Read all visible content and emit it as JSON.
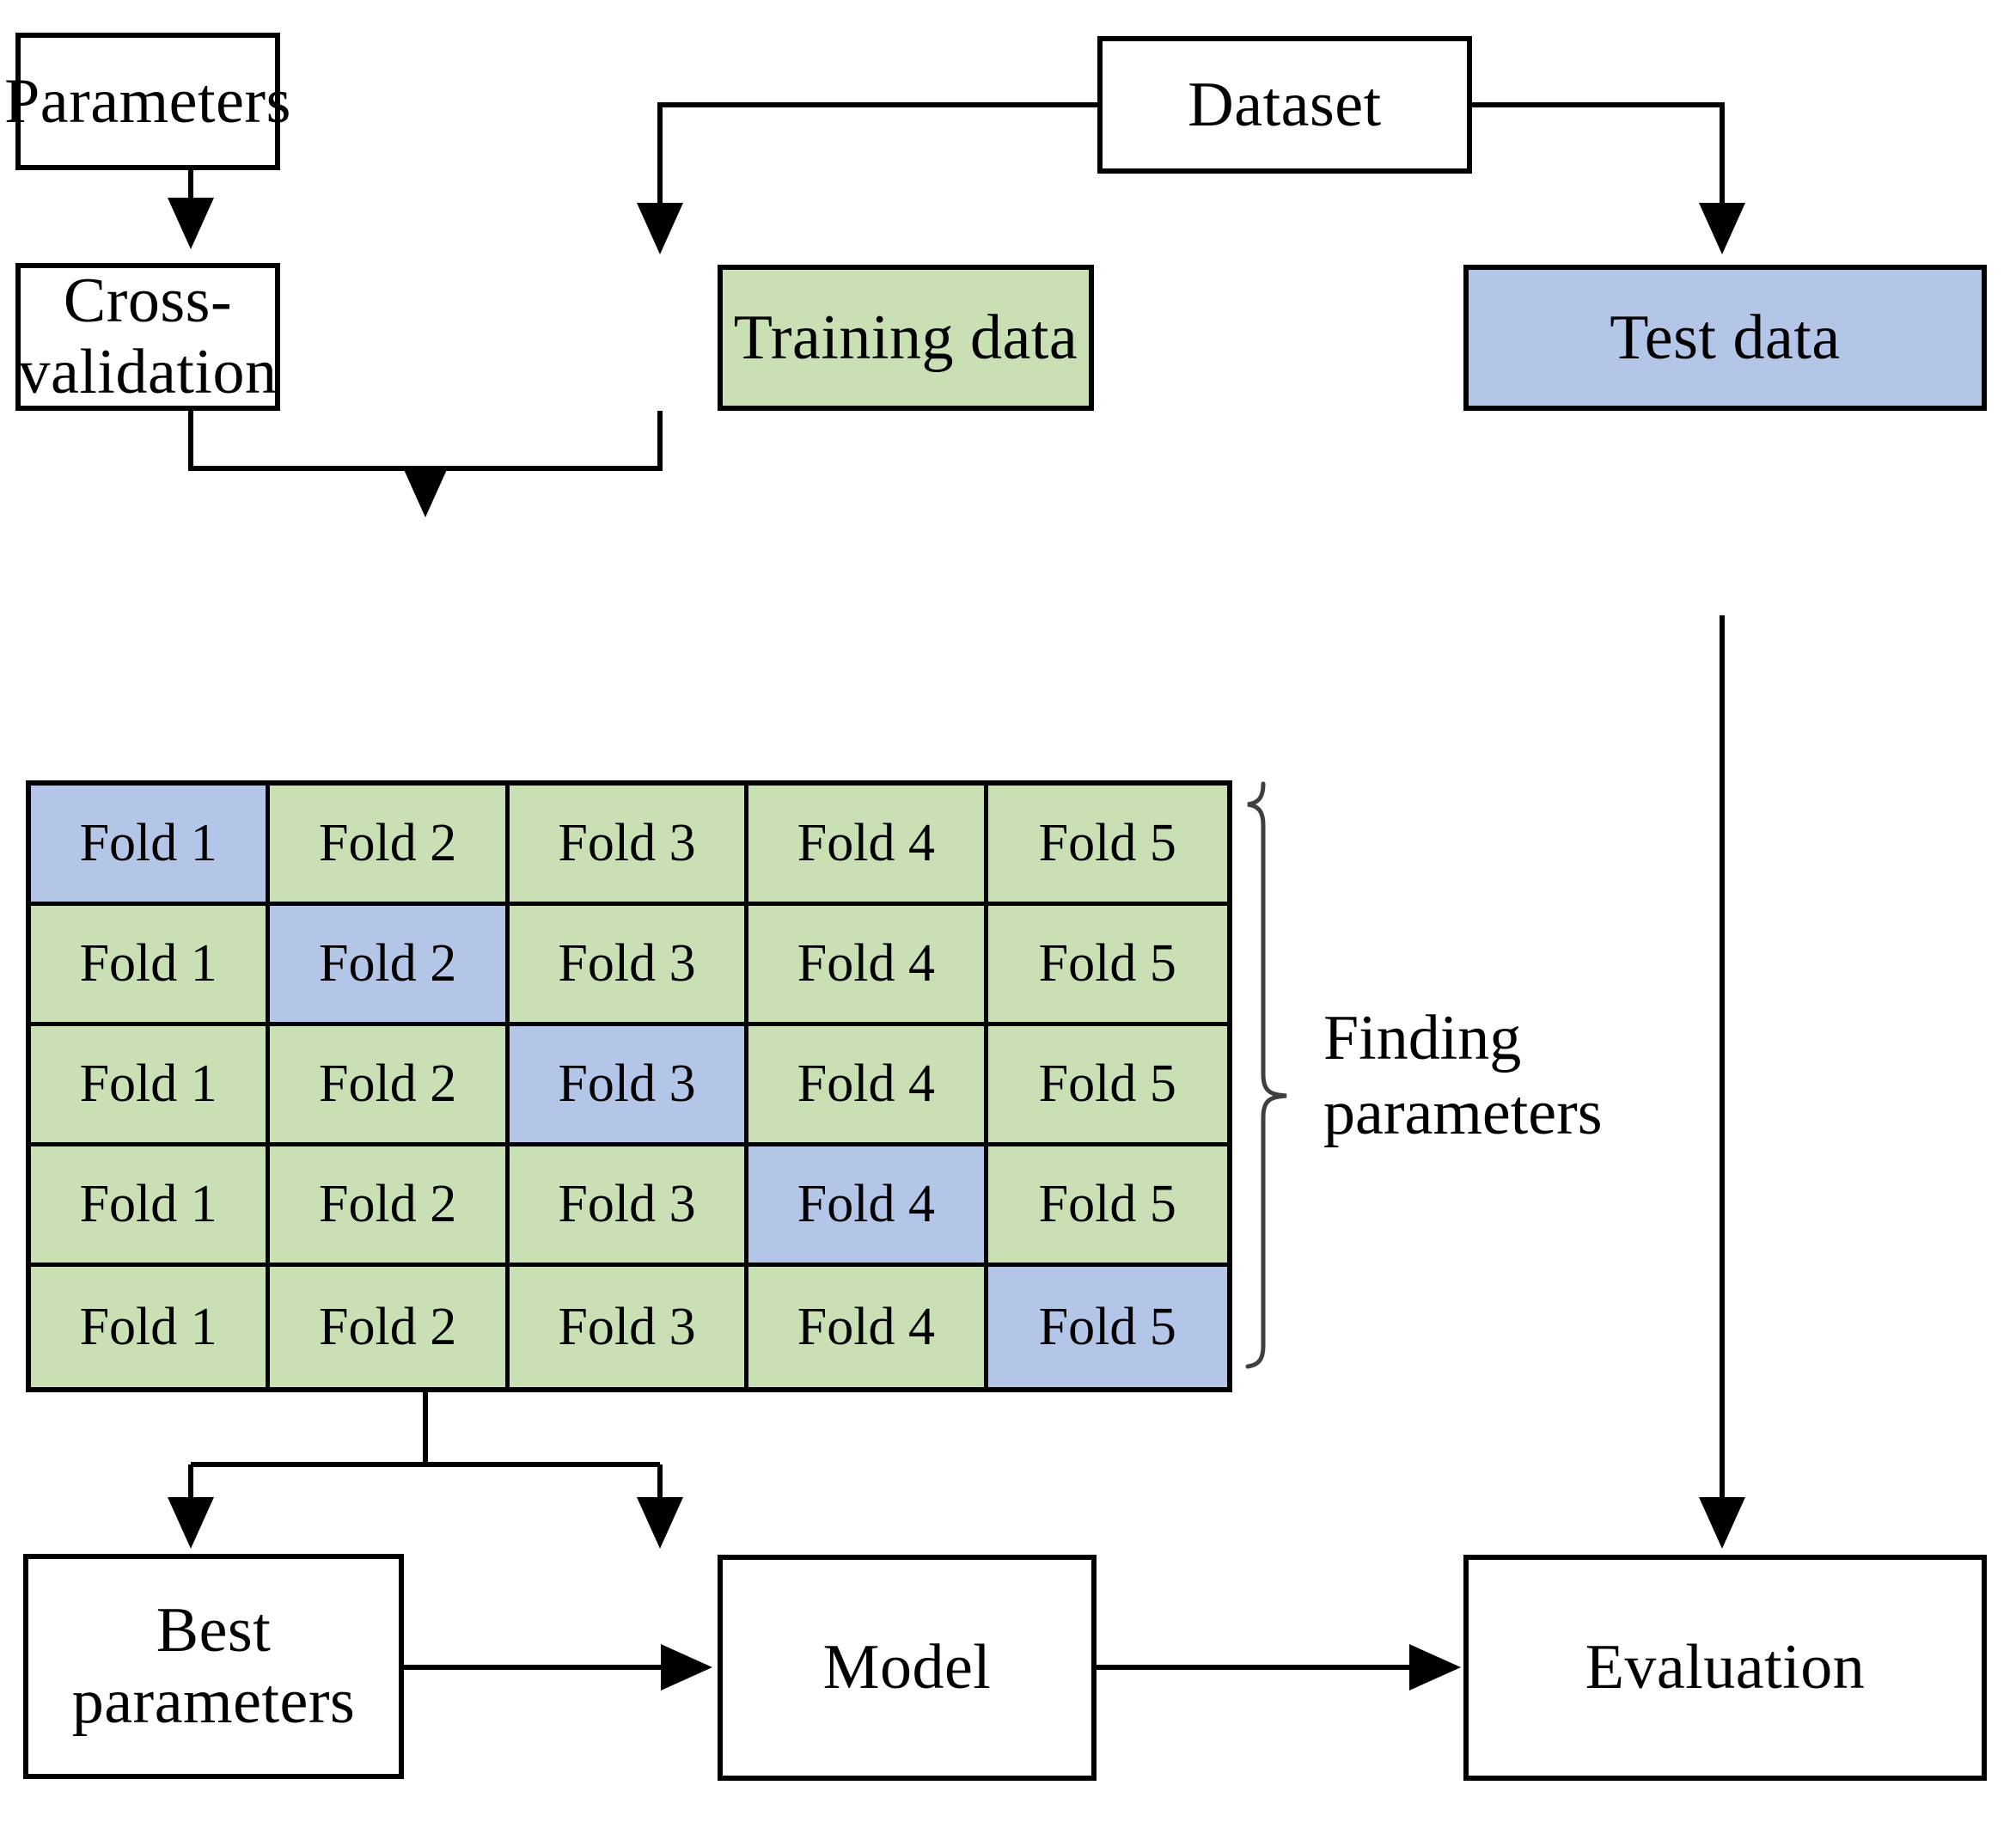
{
  "diagram": {
    "title": "Cross-validation hyperparameter tuning workflow",
    "colors": {
      "green_fill": "#c9e0b4",
      "blue_fill": "#b4c6e7",
      "white_fill": "#ffffff",
      "stroke": "#000000"
    }
  },
  "nodes": {
    "parameters": {
      "label": "Parameters"
    },
    "dataset": {
      "label": "Dataset"
    },
    "cross_validation": {
      "label": "Cross-\nvalidation"
    },
    "training_data": {
      "label": "Training  data"
    },
    "test_data": {
      "label": "Test data"
    },
    "best_parameters": {
      "label": "Best\nparameters"
    },
    "model": {
      "label": "Model"
    },
    "evaluation": {
      "label": "Evaluation"
    }
  },
  "bracket": {
    "label": "Finding\nparameters"
  },
  "fold_grid": {
    "columns": [
      "Fold 1",
      "Fold 2",
      "Fold 3",
      "Fold 4",
      "Fold 5"
    ],
    "rows": [
      {
        "cells": [
          {
            "label": "Fold 1",
            "role": "validation"
          },
          {
            "label": "Fold 2",
            "role": "train"
          },
          {
            "label": "Fold 3",
            "role": "train"
          },
          {
            "label": "Fold 4",
            "role": "train"
          },
          {
            "label": "Fold 5",
            "role": "train"
          }
        ]
      },
      {
        "cells": [
          {
            "label": "Fold 1",
            "role": "train"
          },
          {
            "label": "Fold 2",
            "role": "validation"
          },
          {
            "label": "Fold 3",
            "role": "train"
          },
          {
            "label": "Fold 4",
            "role": "train"
          },
          {
            "label": "Fold 5",
            "role": "train"
          }
        ]
      },
      {
        "cells": [
          {
            "label": "Fold 1",
            "role": "train"
          },
          {
            "label": "Fold 2",
            "role": "train"
          },
          {
            "label": "Fold 3",
            "role": "validation"
          },
          {
            "label": "Fold 4",
            "role": "train"
          },
          {
            "label": "Fold 5",
            "role": "train"
          }
        ]
      },
      {
        "cells": [
          {
            "label": "Fold 1",
            "role": "train"
          },
          {
            "label": "Fold 2",
            "role": "train"
          },
          {
            "label": "Fold 3",
            "role": "train"
          },
          {
            "label": "Fold 4",
            "role": "validation"
          },
          {
            "label": "Fold 5",
            "role": "train"
          }
        ]
      },
      {
        "cells": [
          {
            "label": "Fold 1",
            "role": "train"
          },
          {
            "label": "Fold 2",
            "role": "train"
          },
          {
            "label": "Fold 3",
            "role": "train"
          },
          {
            "label": "Fold 4",
            "role": "train"
          },
          {
            "label": "Fold 5",
            "role": "validation"
          }
        ]
      }
    ]
  }
}
